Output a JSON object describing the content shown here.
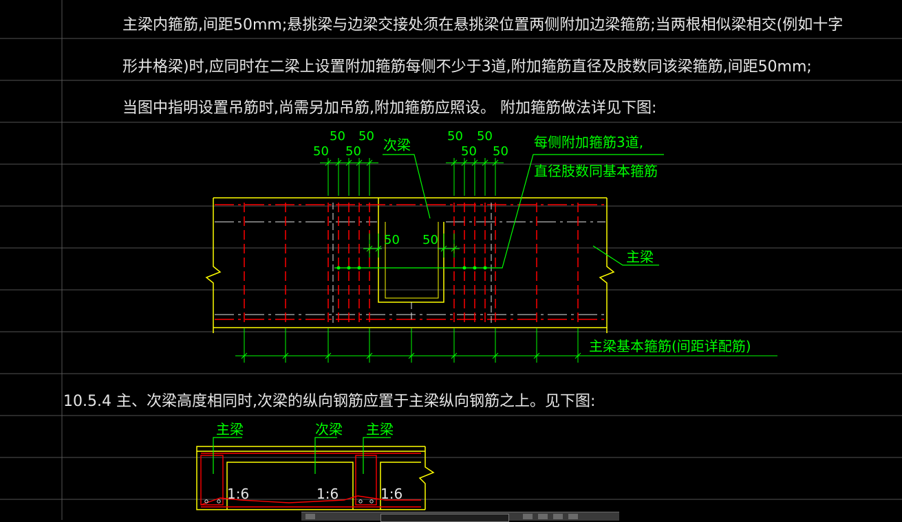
{
  "window": {
    "background": "#000000"
  },
  "colors": {
    "text": "#e6e6e6",
    "annotation": "#00ff00",
    "rebar": "#ff0000",
    "outline": "#ffff00",
    "dim_tick": "#00ff00",
    "grid": "#555555"
  },
  "notes": {
    "line1": "主梁内箍筋,间距50mm;悬挑梁与边梁交接处须在悬挑梁位置两侧附加边梁箍筋;当两根相似梁相交(例如十字",
    "line2": "形井格梁)时,应同时在二梁上设置附加箍筋每侧不少于3道,附加箍筋直径及肢数同该梁箍筋,间距50mm;",
    "line3": "当图中指明设置吊筋时,尚需另加吊筋,附加箍筋应照设。 附加箍筋做法详见下图:"
  },
  "figure1": {
    "label_secondary_beam": "次梁",
    "label_extra_stirrups_1": "每侧附加箍筋3道,",
    "label_extra_stirrups_2": "直径肢数同基本箍筋",
    "label_main_beam": "主梁",
    "label_basic_stirrups": "主梁基本箍筋(间距详配筋)",
    "dim_50": "50"
  },
  "section_heading": "10.5.4  主、次梁高度相同时,次梁的纵向钢筋应置于主梁纵向钢筋之上。见下图:",
  "figure2": {
    "label_main_beam_left": "主梁",
    "label_secondary_beam": "次梁",
    "label_main_beam_right": "主梁",
    "slope": "1:6"
  }
}
